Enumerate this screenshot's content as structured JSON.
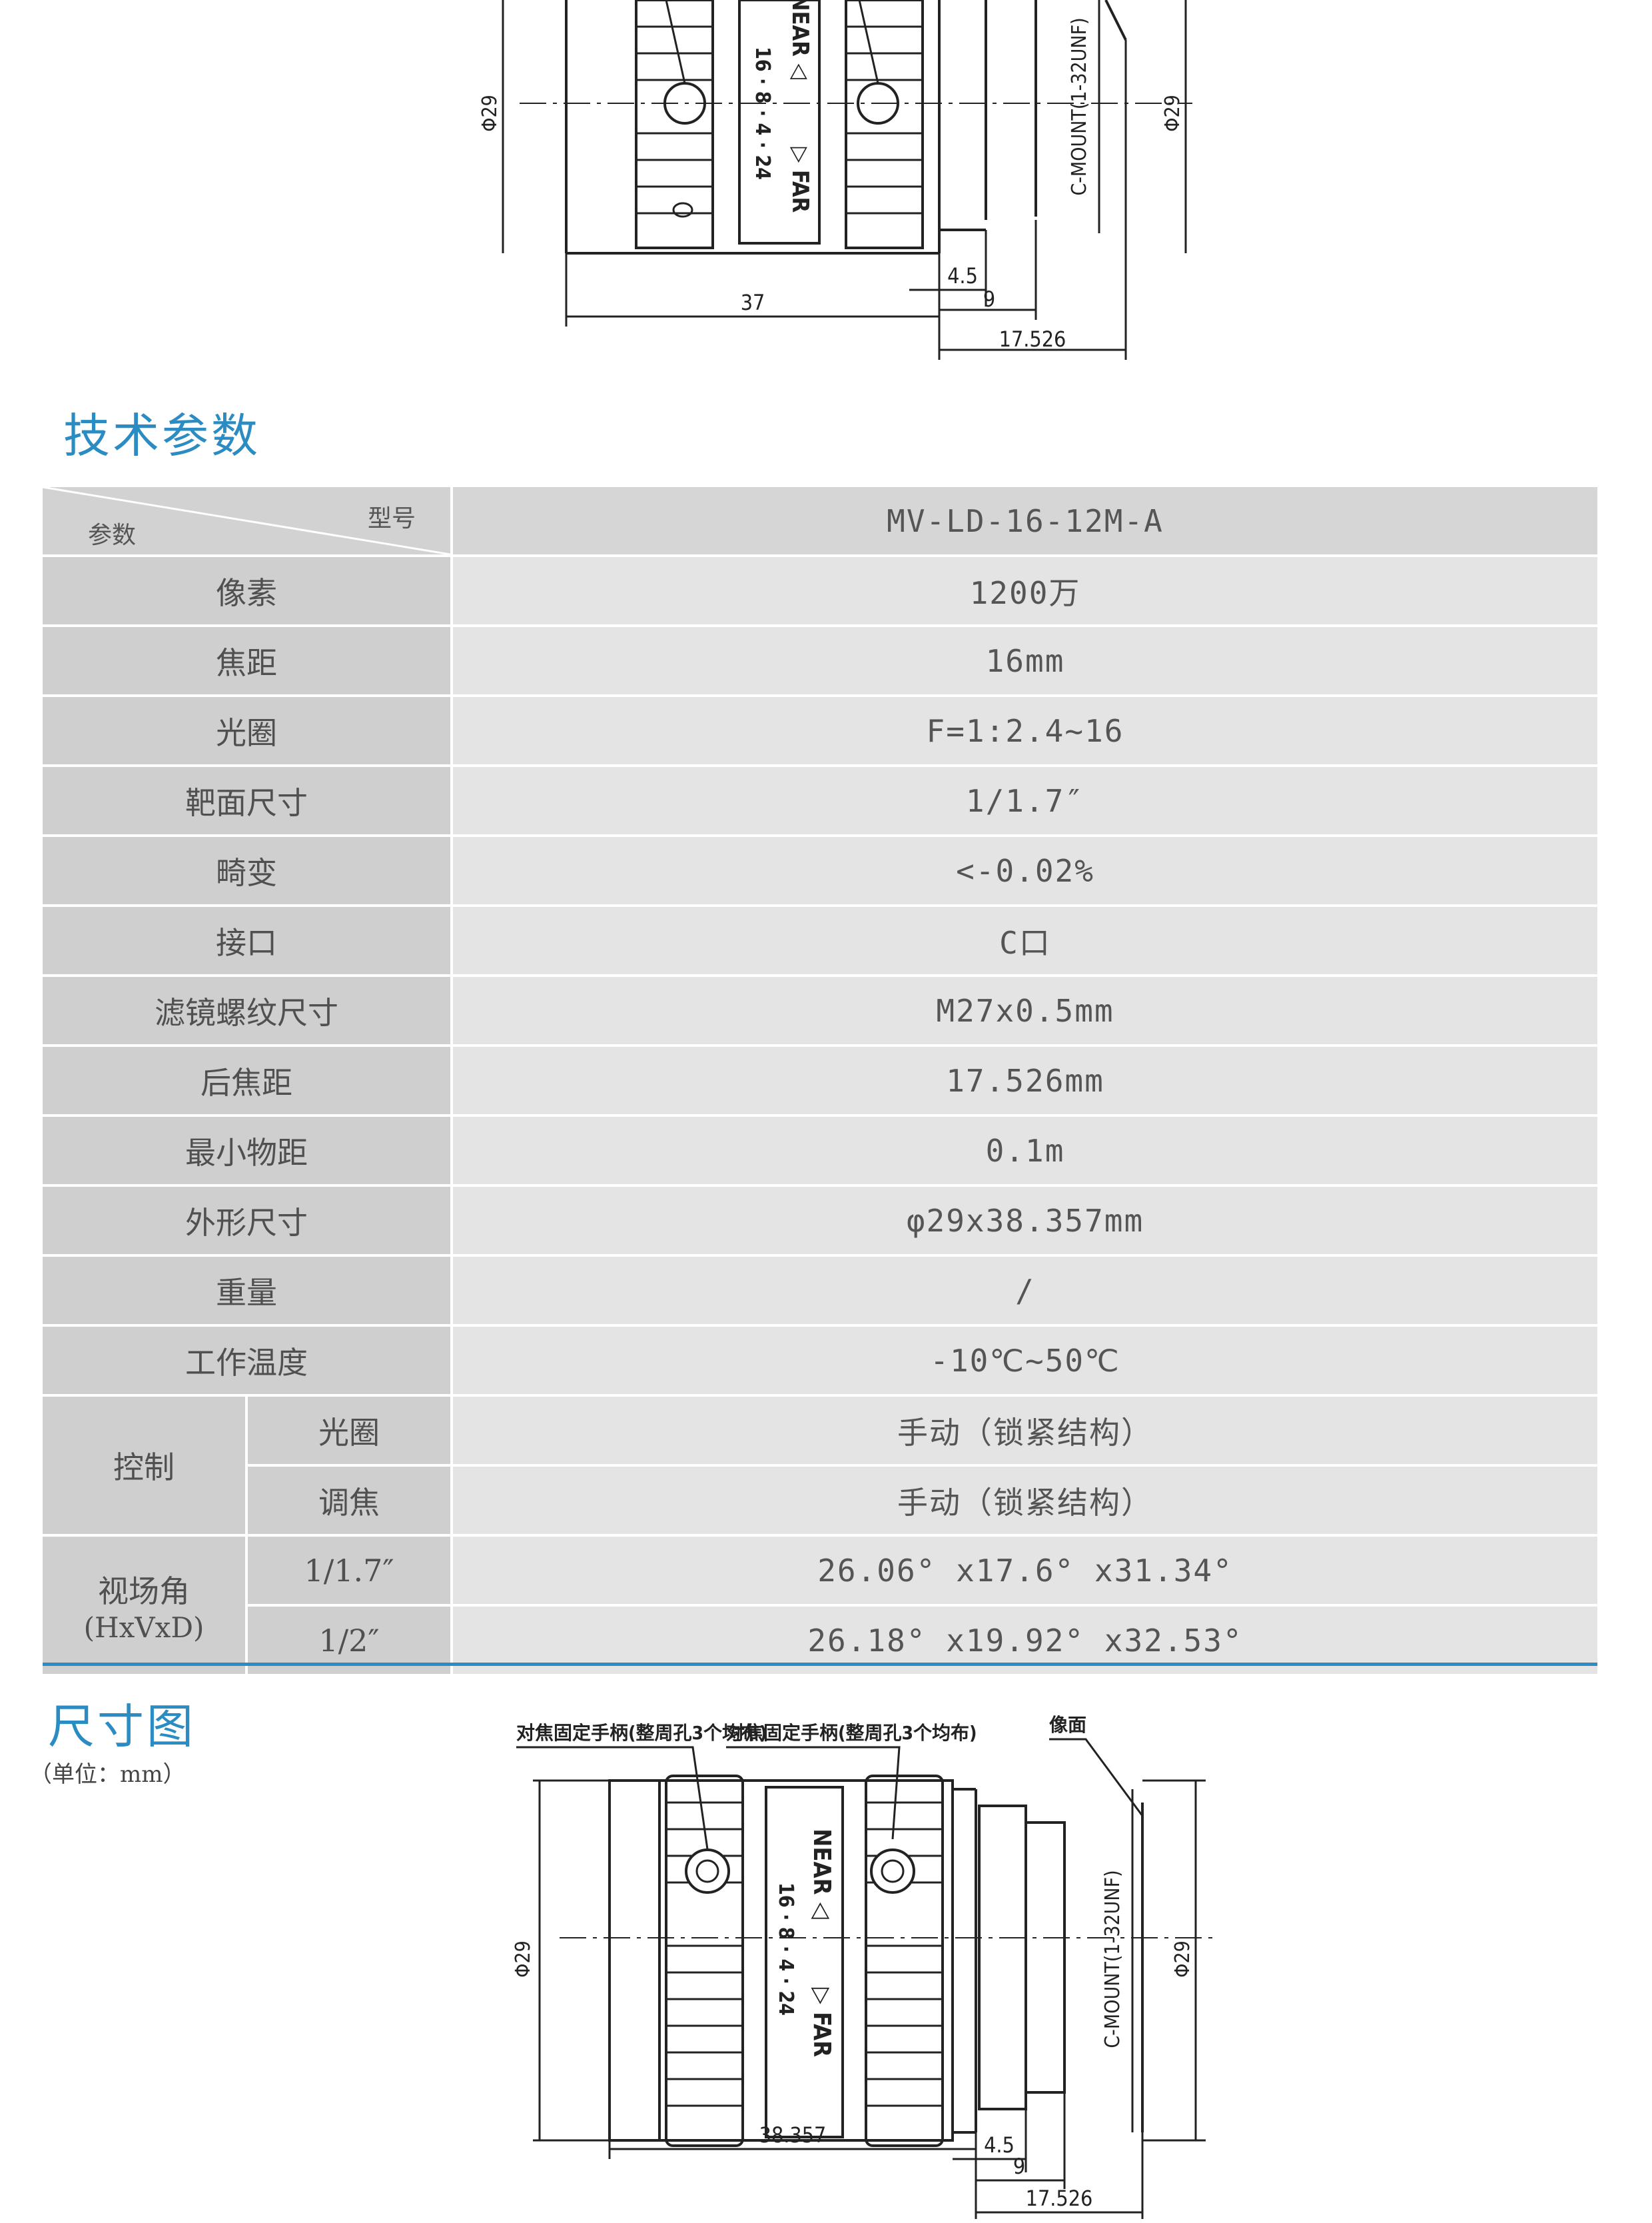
{
  "top_drawing": {
    "dia_left": "Φ29",
    "dia_right": "Φ29",
    "mount": "C-MOUNT(1-32UNF)",
    "near": "NEAR ◁",
    "far": "▷ FAR",
    "scale_a": "16 · 8 · 4 · 24",
    "dim_length": "37",
    "dim_45": "4.5",
    "dim_9": "9",
    "dim_flange": "17.526"
  },
  "tech_title": "技术参数",
  "table": {
    "corner_model": "型号",
    "corner_param": "参数",
    "model": "MV-LD-16-12M-A",
    "rows": [
      {
        "label": "像素",
        "value": "1200万"
      },
      {
        "label": "焦距",
        "value": "16mm"
      },
      {
        "label": "光圈",
        "value": "F=1:2.4~16"
      },
      {
        "label": "靶面尺寸",
        "value": "1/1.7″"
      },
      {
        "label": "畸变",
        "value": "<-0.02%"
      },
      {
        "label": "接口",
        "value": "C口"
      },
      {
        "label": "滤镜螺纹尺寸",
        "value": "M27x0.5mm"
      },
      {
        "label": "后焦距",
        "value": "17.526mm"
      },
      {
        "label": "最小物距",
        "value": "0.1m"
      },
      {
        "label": "外形尺寸",
        "value": "φ29x38.357mm"
      },
      {
        "label": "重量",
        "value": "/"
      },
      {
        "label": "工作温度",
        "value": "-10℃~50℃"
      }
    ],
    "control": {
      "label": "控制",
      "iris_label": "光圈",
      "iris_value": "手动（锁紧结构）",
      "focus_label": "调焦",
      "focus_value": "手动（锁紧结构）"
    },
    "fov": {
      "label_line1": "视场角",
      "label_line2": "(HxVxD)",
      "s1_label": "1/1.7″",
      "s1_value": "26.06° x17.6° x31.34°",
      "s2_label": "1/2″",
      "s2_value": "26.18° x19.92° x32.53°"
    }
  },
  "dim_title": "尺寸图",
  "dim_unit": "（单位：mm）",
  "bottom_drawing": {
    "callout_1": "对焦固定手柄(整周孔3个均布)",
    "callout_2": "对焦固定手柄(整周孔3个均布)",
    "callout_3": "像面",
    "dia_left": "Φ29",
    "dia_right": "Φ29",
    "mount": "C-MOUNT(1-32UNF)",
    "near": "NEAR ◁",
    "far": "▷ FAR",
    "scale_a": "16 · 8 · 4 · 24",
    "dim_length": "38.357",
    "dim_45": "4.5",
    "dim_9": "9",
    "dim_flange": "17.526"
  }
}
